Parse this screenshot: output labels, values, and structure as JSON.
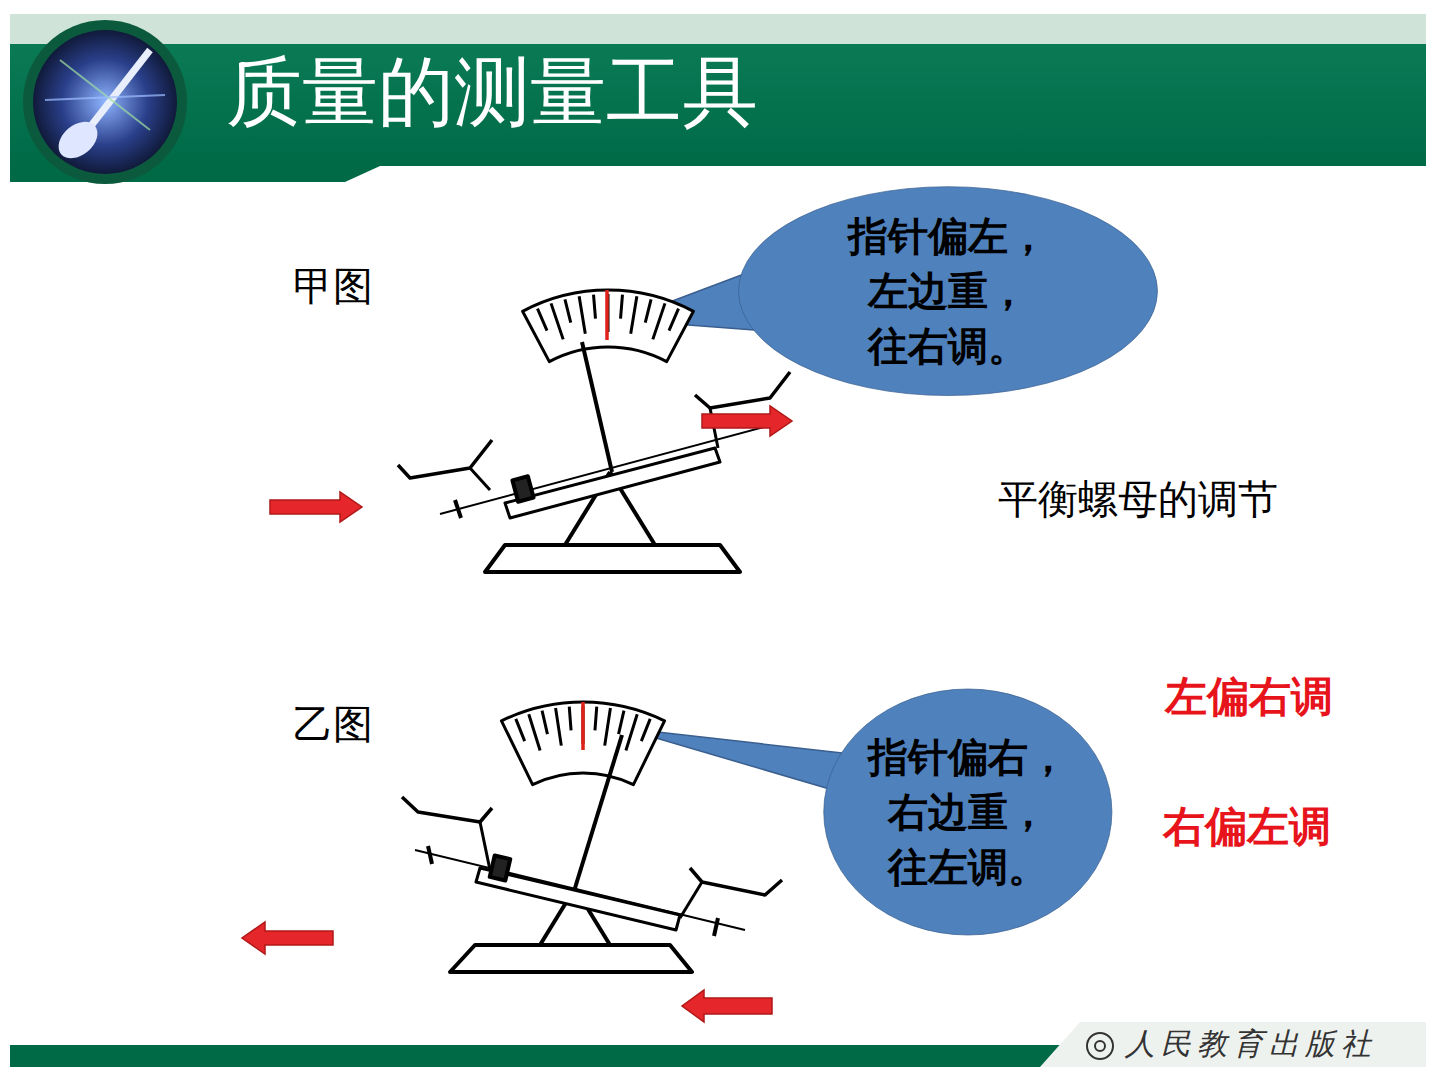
{
  "diagram": {
    "title": "质量的测量工具",
    "nodes": [
      {
        "text": [
          "指针偏左， 左边重， 往右调。"
        ]
      },
      {
        "text": [
          "指针偏右， 右边重， 往左调。"
        ]
      }
    ],
    "labels": [
      "甲图",
      "平衡螺母的调节",
      "乙图",
      "左偏右调",
      "右偏左调",
      "人民教育出版社"
    ]
  }
}
